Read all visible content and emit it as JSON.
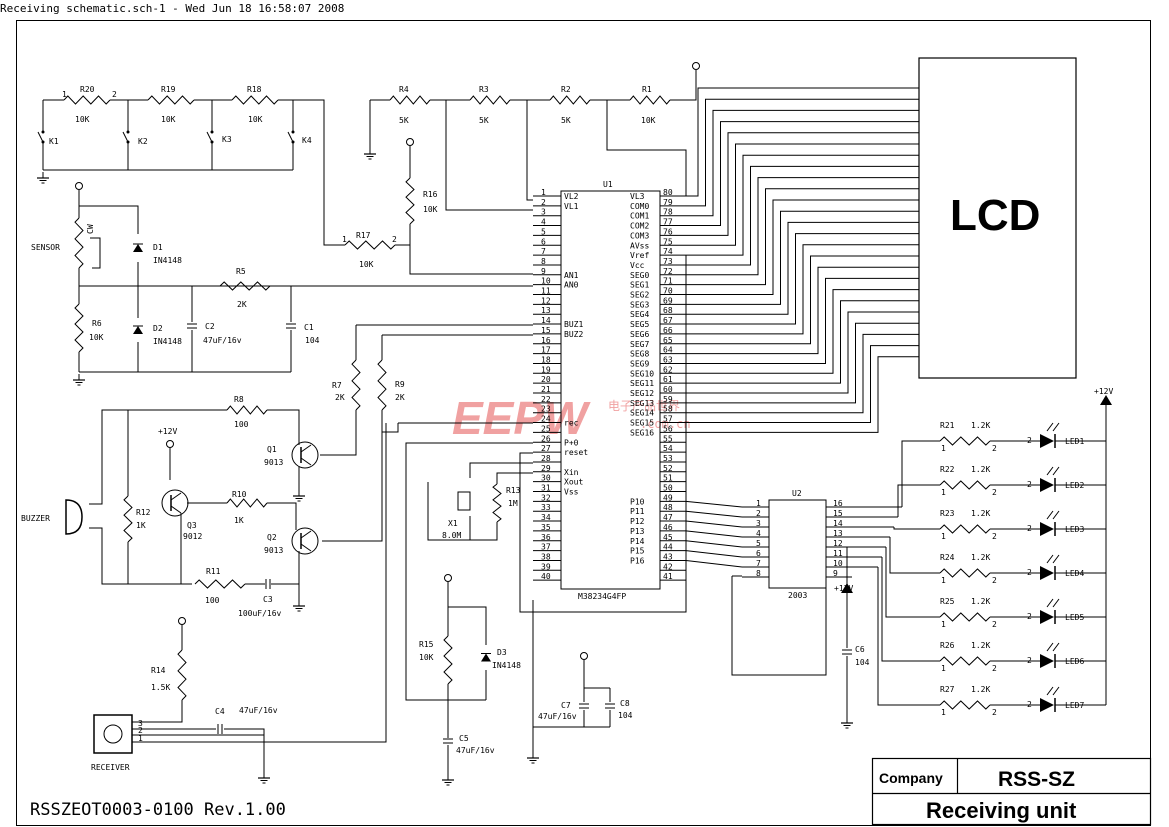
{
  "header": {
    "title": "Receiving schematic.sch-1 - Wed Jun 18 16:58:07 2008"
  },
  "lcd": {
    "label": "LCD"
  },
  "mcu": {
    "ref": "U1",
    "part": "M38234G4FP",
    "left_pins": [
      "1",
      "2",
      "3",
      "4",
      "5",
      "6",
      "7",
      "8",
      "9",
      "10",
      "11",
      "12",
      "13",
      "14",
      "15",
      "16",
      "17",
      "18",
      "19",
      "20",
      "21",
      "22",
      "23",
      "24",
      "25",
      "26",
      "27",
      "28",
      "29",
      "30",
      "31",
      "32",
      "33",
      "34",
      "35",
      "36",
      "37",
      "38",
      "39",
      "40"
    ],
    "right_pins": [
      "80",
      "79",
      "78",
      "77",
      "76",
      "75",
      "74",
      "73",
      "72",
      "71",
      "70",
      "69",
      "68",
      "67",
      "66",
      "65",
      "64",
      "63",
      "62",
      "61",
      "60",
      "59",
      "58",
      "57",
      "56",
      "55",
      "54",
      "53",
      "52",
      "51",
      "50",
      "49",
      "48",
      "47",
      "46",
      "45",
      "44",
      "43",
      "42",
      "41"
    ],
    "left_names": [
      "VL2",
      "VL1",
      "",
      "",
      "",
      "",
      "",
      "",
      "AN1",
      "AN0",
      "",
      "",
      "",
      "BUZ1",
      "BUZ2",
      "",
      "",
      "",
      "",
      "",
      "",
      "",
      "",
      "rec",
      "",
      "P+0",
      "reset",
      "",
      "Xin",
      "Xout",
      "Vss",
      "",
      "",
      "",
      "",
      "",
      "",
      "",
      "",
      ""
    ],
    "right_names": [
      "VL3",
      "COM0",
      "COM1",
      "COM2",
      "COM3",
      "AVss",
      "Vref",
      "Vcc",
      "SEG0",
      "SEG1",
      "SEG2",
      "SEG3",
      "SEG4",
      "SEG5",
      "SEG6",
      "SEG7",
      "SEG8",
      "SEG9",
      "SEG10",
      "SEG11",
      "SEG12",
      "SEG13",
      "SEG14",
      "SEG15",
      "SEG16",
      "",
      "",
      "",
      "",
      "",
      "",
      "P10",
      "P11",
      "P12",
      "P13",
      "P14",
      "P15",
      "P16",
      ""
    ]
  },
  "driver": {
    "ref": "U2",
    "part": "2003",
    "left_pins": [
      "1",
      "2",
      "3",
      "4",
      "5",
      "6",
      "7",
      "8"
    ],
    "right_pins": [
      "16",
      "15",
      "14",
      "13",
      "12",
      "11",
      "10",
      "9"
    ]
  },
  "keys": {
    "resistors": [
      {
        "ref": "R20",
        "val": "10K"
      },
      {
        "ref": "R19",
        "val": "10K"
      },
      {
        "ref": "R18",
        "val": "10K"
      }
    ],
    "switches": [
      "K1",
      "K2",
      "K3",
      "K4"
    ]
  },
  "divider": [
    {
      "ref": "R4",
      "val": "5K"
    },
    {
      "ref": "R3",
      "val": "5K"
    },
    {
      "ref": "R2",
      "val": "5K"
    },
    {
      "ref": "R1",
      "val": "10K"
    }
  ],
  "parts": {
    "R16": {
      "ref": "R16",
      "val": "10K"
    },
    "R17": {
      "ref": "R17",
      "val": "10K"
    },
    "R5": {
      "ref": "R5",
      "val": "2K"
    },
    "R6": {
      "ref": "R6",
      "val": "10K"
    },
    "R7": {
      "ref": "R7",
      "val": "2K"
    },
    "R9": {
      "ref": "R9",
      "val": "2K"
    },
    "R8": {
      "ref": "R8",
      "val": "100"
    },
    "R10": {
      "ref": "R10",
      "val": "1K"
    },
    "R11": {
      "ref": "R11",
      "val": "100"
    },
    "R12": {
      "ref": "R12",
      "val": "1K"
    },
    "R13": {
      "ref": "R13",
      "val": "1M"
    },
    "R14": {
      "ref": "R14",
      "val": "1.5K"
    },
    "R15": {
      "ref": "R15",
      "val": "10K"
    },
    "D1": {
      "ref": "D1",
      "val": "IN4148"
    },
    "D2": {
      "ref": "D2",
      "val": "IN4148"
    },
    "D3": {
      "ref": "D3",
      "val": "IN4148"
    },
    "C1": {
      "ref": "C1",
      "val": "104"
    },
    "C2": {
      "ref": "C2",
      "val": "47uF/16v"
    },
    "C3": {
      "ref": "C3",
      "val": "100uF/16v"
    },
    "C4": {
      "ref": "C4",
      "val": "47uF/16v"
    },
    "C5": {
      "ref": "C5",
      "val": "47uF/16v"
    },
    "C6": {
      "ref": "C6",
      "val": "104"
    },
    "C7": {
      "ref": "C7",
      "val": "47uF/16v"
    },
    "C8": {
      "ref": "C8",
      "val": "104"
    },
    "Q1": {
      "ref": "Q1",
      "val": "9013"
    },
    "Q2": {
      "ref": "Q2",
      "val": "9013"
    },
    "Q3": {
      "ref": "Q3",
      "val": "9012"
    },
    "X1": {
      "ref": "X1",
      "val": "8.0M"
    },
    "sensor": "SENSOR",
    "cw": "CW",
    "buzzer": "BUZZER",
    "receiver": "RECEIVER",
    "v12": "+12V"
  },
  "leds": [
    {
      "r": "R21",
      "val": "1.2K",
      "led": "LED1"
    },
    {
      "r": "R22",
      "val": "1.2K",
      "led": "LED2"
    },
    {
      "r": "R23",
      "val": "1.2K",
      "led": "LED3"
    },
    {
      "r": "R24",
      "val": "1.2K",
      "led": "LED4"
    },
    {
      "r": "R25",
      "val": "1.2K",
      "led": "LED5"
    },
    {
      "r": "R26",
      "val": "1.2K",
      "led": "LED6"
    },
    {
      "r": "R27",
      "val": "1.2K",
      "led": "LED7"
    }
  ],
  "footer": {
    "docnum": "RSSZEOT0003-0100 Rev.1.00"
  },
  "titleblock": {
    "company_label": "Company",
    "company": "RSS-SZ",
    "title": "Receiving unit"
  },
  "watermark": {
    "logo": "EEPW",
    "site": "电子产品世界",
    "url": ".com.cn"
  }
}
